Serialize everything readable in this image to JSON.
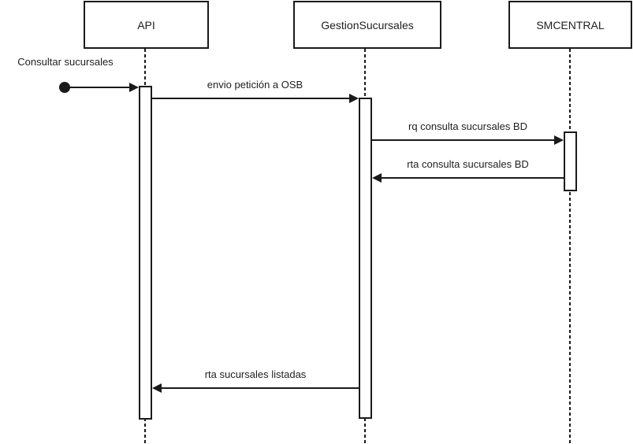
{
  "diagram": {
    "type": "uml-sequence-diagram",
    "colors": {
      "line": "#1a1a1a",
      "text": "#1f1f1f",
      "background": "#ffffff",
      "box_fill": "#ffffff"
    },
    "actors": [
      {
        "name": "API"
      },
      {
        "name": "GestionSucursales"
      },
      {
        "name": "SMCENTRAL"
      }
    ],
    "start": {
      "label": "Consultar sucursales",
      "node": "filled-circle",
      "to": "API"
    },
    "messages": [
      {
        "label": "envio petición a OSB",
        "from": "API",
        "to": "GestionSucursales",
        "direction": "right"
      },
      {
        "label": "rq consulta sucursales BD",
        "from": "GestionSucursales",
        "to": "SMCENTRAL",
        "direction": "right"
      },
      {
        "label": "rta consulta sucursales BD",
        "from": "SMCENTRAL",
        "to": "GestionSucursales",
        "direction": "left"
      },
      {
        "label": "rta sucursales listadas",
        "from": "GestionSucursales",
        "to": "API",
        "direction": "left"
      }
    ]
  }
}
